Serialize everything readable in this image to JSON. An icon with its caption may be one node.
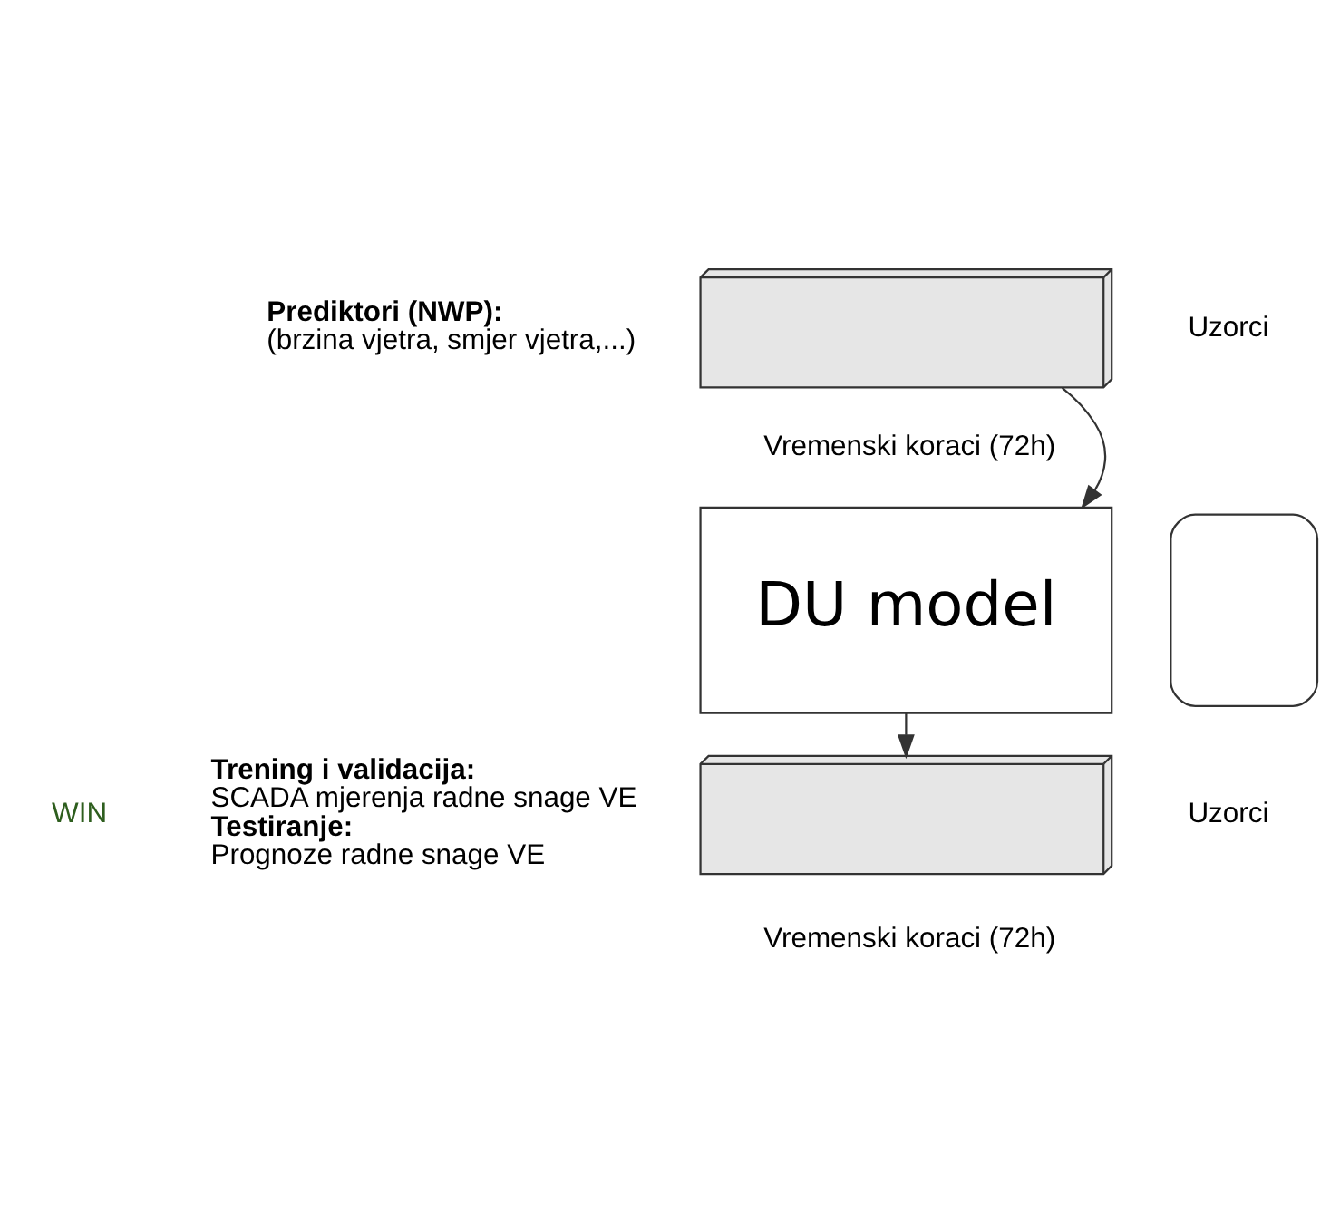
{
  "diagram": {
    "nodes": [
      {
        "text": [],
        "shape": "box",
        "beside": [
          "Prediktori (NWP):",
          "(brzina vjetra, smjer vjetra,...)",
          "Uzorci",
          "Vremenski koraci (72h)"
        ]
      },
      {
        "text": [
          "DU model"
        ]
      },
      {
        "text": [],
        "shape": "box"
      },
      {
        "text": [],
        "shape": "box",
        "beside": [
          "Trening i validacija:",
          "SCADA mjerenja radne snage VE",
          "Testiranje:",
          "Prognoze radne snage VE",
          "Uzorci",
          "Vremenski koraci (72h)"
        ]
      }
    ],
    "edges": [
      {
        "from": 0,
        "to": 1,
        "arrow": "to"
      },
      {
        "from": 1,
        "to": 3,
        "arrow": "to"
      }
    ],
    "labels": [
      "WIN"
    ]
  }
}
